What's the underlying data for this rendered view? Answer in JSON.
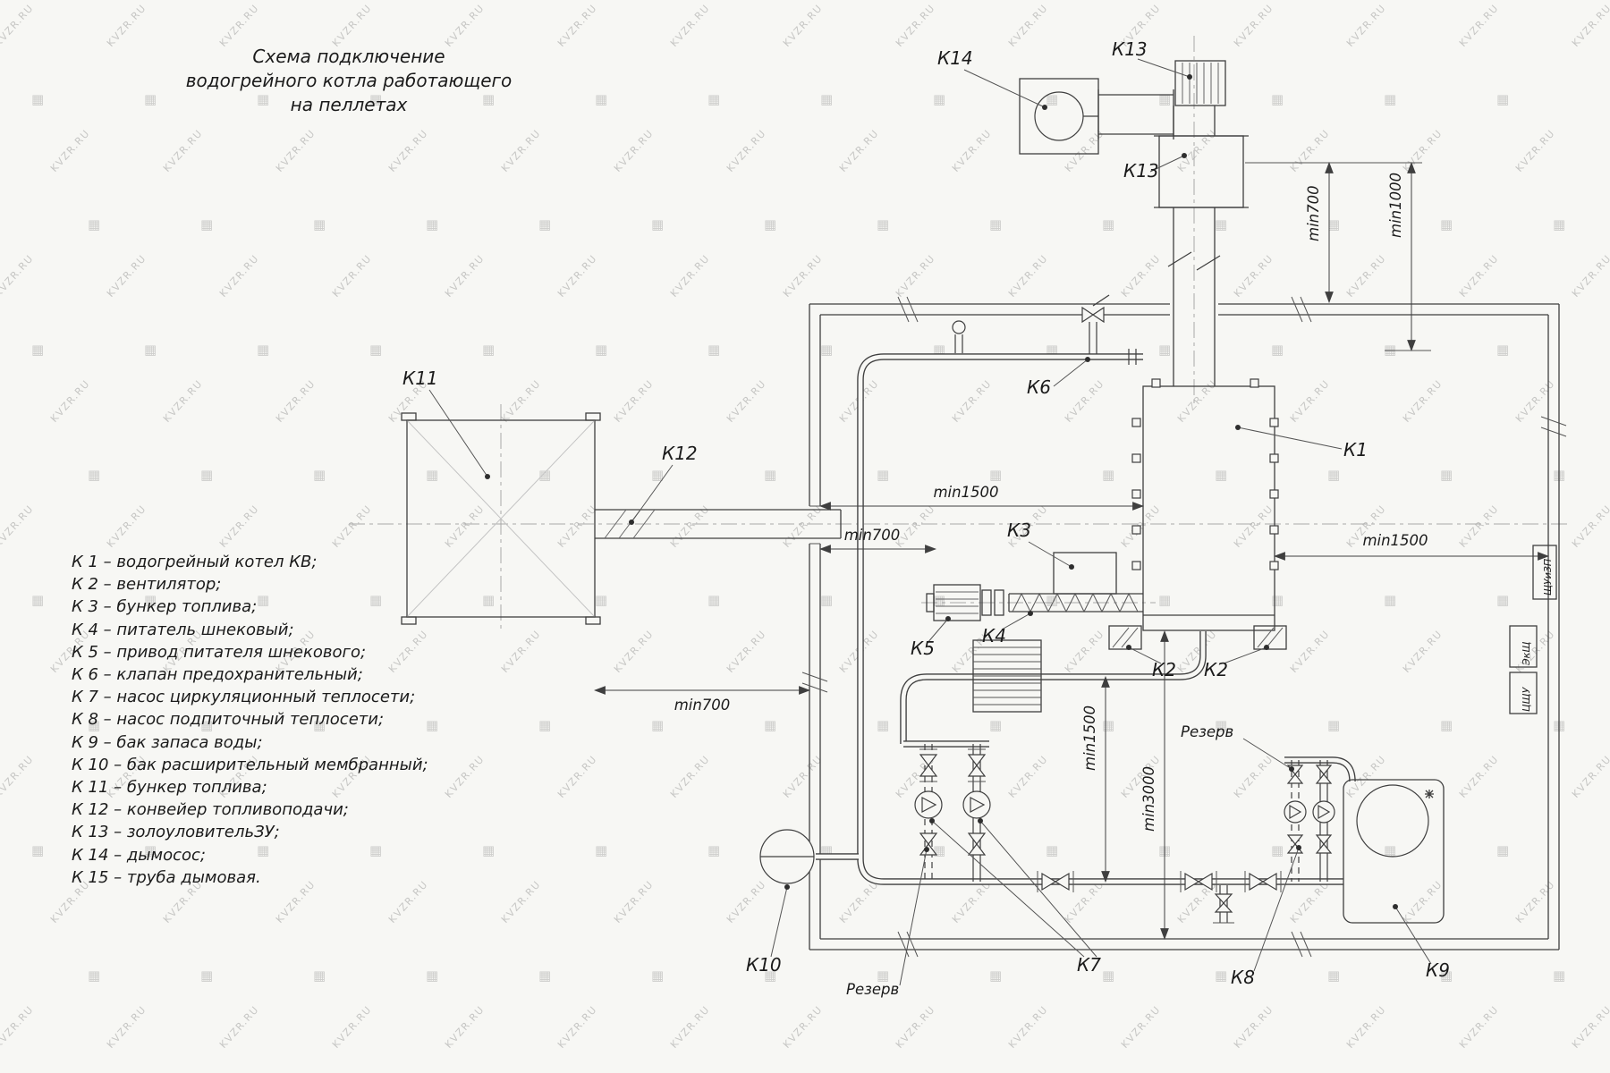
{
  "watermark": {
    "text": "KVZR.RU",
    "icon": "grid-icon"
  },
  "title": {
    "line1": "Схема подключение",
    "line2": "водогрейного котла работающего",
    "line3": "на пеллетах"
  },
  "legend": {
    "items": [
      "К 1 –  водогрейный котел КВ;",
      "К 2 –  вентилятор;",
      "К 3 –  бункер топлива;",
      "К 4 –  питатель шнековый;",
      "К 5 –  привод питателя шнекового;",
      "К 6 –  клапан предохранительный;",
      "К 7 –  насос циркуляционный теплосети;",
      "К 8 –  насос подпиточный теплосети;",
      "К 9 –  бак запаса воды;",
      "К 10 –  бак расширительный мембранный;",
      "К 11 –  бункер топлива;",
      "К 12 –  конвейер топливоподачи;",
      "К 13 –  золоуловительЗУ;",
      "К 14 –  дымосос;",
      "К 15 –  труба дымовая."
    ]
  },
  "labels": {
    "k1": "К1",
    "k2": "К2",
    "k3": "К3",
    "k4": "К4",
    "k5": "К5",
    "k6": "К6",
    "k7": "К7",
    "k8": "К8",
    "k9": "К9",
    "k10": "К10",
    "k11": "К11",
    "k12": "К12",
    "k13": "К13",
    "k14": "К14",
    "reserve": "Резерв"
  },
  "dims": {
    "min700": "min700",
    "min1000": "min1000",
    "min1500": "min1500",
    "min3000": "min3000"
  },
  "panels": {
    "p1": "ЩУиЗП",
    "p2": "ЭкЩ",
    "p3": "ЦЩУ"
  },
  "colors": {
    "line": "#3f3f3f",
    "centerline": "#a8a8a8",
    "background": "#f7f7f4",
    "text": "#1b1b1b",
    "watermark": "#7d7d7d"
  }
}
